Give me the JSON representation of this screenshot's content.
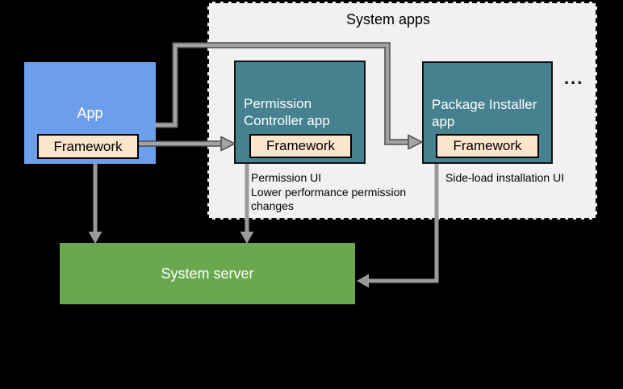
{
  "diagram": {
    "background_color": "#000000",
    "system_apps": {
      "title": "System apps",
      "ellipsis": "...",
      "container_color": "#f1f1f1"
    },
    "app_box": {
      "label": "App",
      "framework_label": "Framework",
      "color": "#6d9eeb"
    },
    "permission_controller": {
      "label": "Permission\nController app",
      "framework_label": "Framework",
      "annotation": "Permission UI\nLower performance permission\nchanges",
      "color": "#45818e"
    },
    "package_installer": {
      "label": "Package Installer\napp",
      "framework_label": "Framework",
      "annotation": "Side-load installation UI",
      "color": "#45818e"
    },
    "system_server": {
      "label": "System server",
      "color": "#6aa84f"
    },
    "framework_box_color": "#fce5cd",
    "arrow_color": "#9a9a9a"
  }
}
